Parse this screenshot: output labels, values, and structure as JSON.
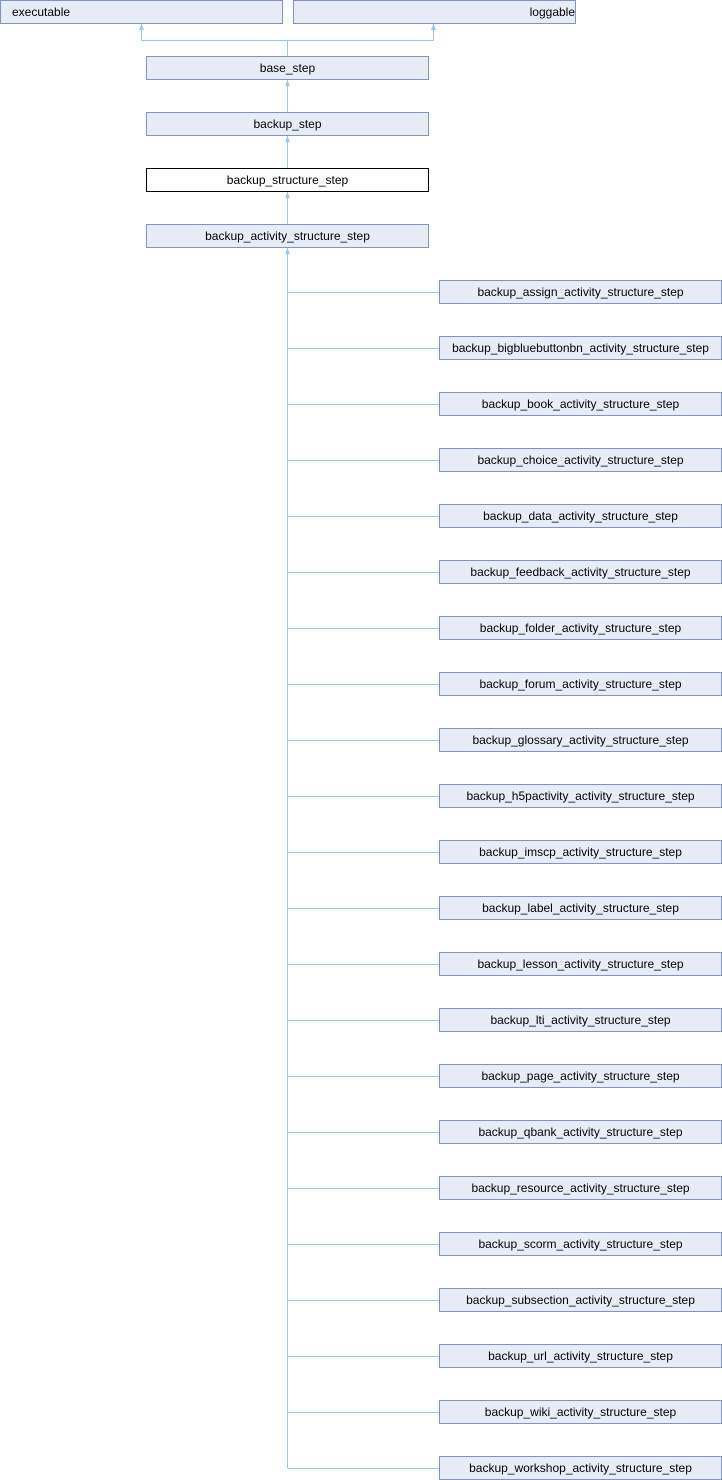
{
  "colors": {
    "edge": "#9cc9e8",
    "node_fill": "#e8ecf6",
    "node_border": "#7f93c9"
  },
  "parents": [
    "executable",
    "loggable"
  ],
  "chain": [
    "base_step",
    "backup_step",
    "backup_structure_step",
    "backup_activity_structure_step"
  ],
  "current": "backup_structure_step",
  "children": [
    "backup_assign_activity_structure_step",
    "backup_bigbluebuttonbn_activity_structure_step",
    "backup_book_activity_structure_step",
    "backup_choice_activity_structure_step",
    "backup_data_activity_structure_step",
    "backup_feedback_activity_structure_step",
    "backup_folder_activity_structure_step",
    "backup_forum_activity_structure_step",
    "backup_glossary_activity_structure_step",
    "backup_h5pactivity_activity_structure_step",
    "backup_imscp_activity_structure_step",
    "backup_label_activity_structure_step",
    "backup_lesson_activity_structure_step",
    "backup_lti_activity_structure_step",
    "backup_page_activity_structure_step",
    "backup_qbank_activity_structure_step",
    "backup_resource_activity_structure_step",
    "backup_scorm_activity_structure_step",
    "backup_subsection_activity_structure_step",
    "backup_url_activity_structure_step",
    "backup_wiki_activity_structure_step",
    "backup_workshop_activity_structure_step"
  ]
}
